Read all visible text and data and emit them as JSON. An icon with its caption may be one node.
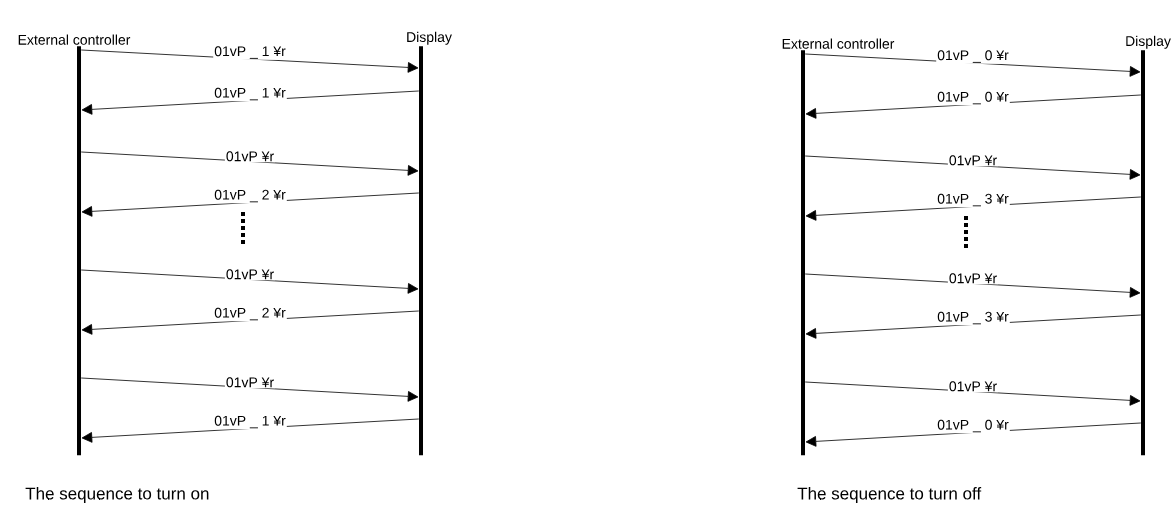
{
  "diagram": {
    "nodes": [
      {
        "text": [
          "External controller"
        ]
      },
      {
        "text": [
          "Display"
        ]
      },
      {
        "text": [
          "External controller"
        ]
      },
      {
        "text": [
          "Display"
        ]
      }
    ],
    "edges": [
      {
        "from": 0,
        "to": 1,
        "arrow": "to",
        "label": "01vP _ 1 ¥r"
      },
      {
        "from": 1,
        "to": 0,
        "arrow": "to",
        "label": "01vP _ 1 ¥r"
      },
      {
        "from": 0,
        "to": 1,
        "arrow": "to",
        "label": "01vP ¥r"
      },
      {
        "from": 1,
        "to": 0,
        "arrow": "to",
        "label": "01vP _ 2 ¥r"
      },
      {
        "from": 0,
        "to": 1,
        "arrow": "to",
        "label": "01vP ¥r"
      },
      {
        "from": 1,
        "to": 0,
        "arrow": "to",
        "label": "01vP _ 2 ¥r"
      },
      {
        "from": 0,
        "to": 1,
        "arrow": "to",
        "label": "01vP ¥r"
      },
      {
        "from": 1,
        "to": 0,
        "arrow": "to",
        "label": "01vP _ 1 ¥r"
      },
      {
        "from": 2,
        "to": 3,
        "arrow": "to",
        "label": "01vP _ 0 ¥r"
      },
      {
        "from": 3,
        "to": 2,
        "arrow": "to",
        "label": "01vP _ 0 ¥r"
      },
      {
        "from": 2,
        "to": 3,
        "arrow": "to",
        "label": "01vP ¥r"
      },
      {
        "from": 3,
        "to": 2,
        "arrow": "to",
        "label": "01vP _ 3 ¥r"
      },
      {
        "from": 2,
        "to": 3,
        "arrow": "to",
        "label": "01vP ¥r"
      },
      {
        "from": 3,
        "to": 2,
        "arrow": "to",
        "label": "01vP _ 3 ¥r"
      },
      {
        "from": 2,
        "to": 3,
        "arrow": "to",
        "label": "01vP ¥r"
      },
      {
        "from": 3,
        "to": 2,
        "arrow": "to",
        "label": "01vP _ 0 ¥r"
      }
    ],
    "labels": [
      "The sequence to turn on",
      "The sequence to turn off"
    ]
  }
}
